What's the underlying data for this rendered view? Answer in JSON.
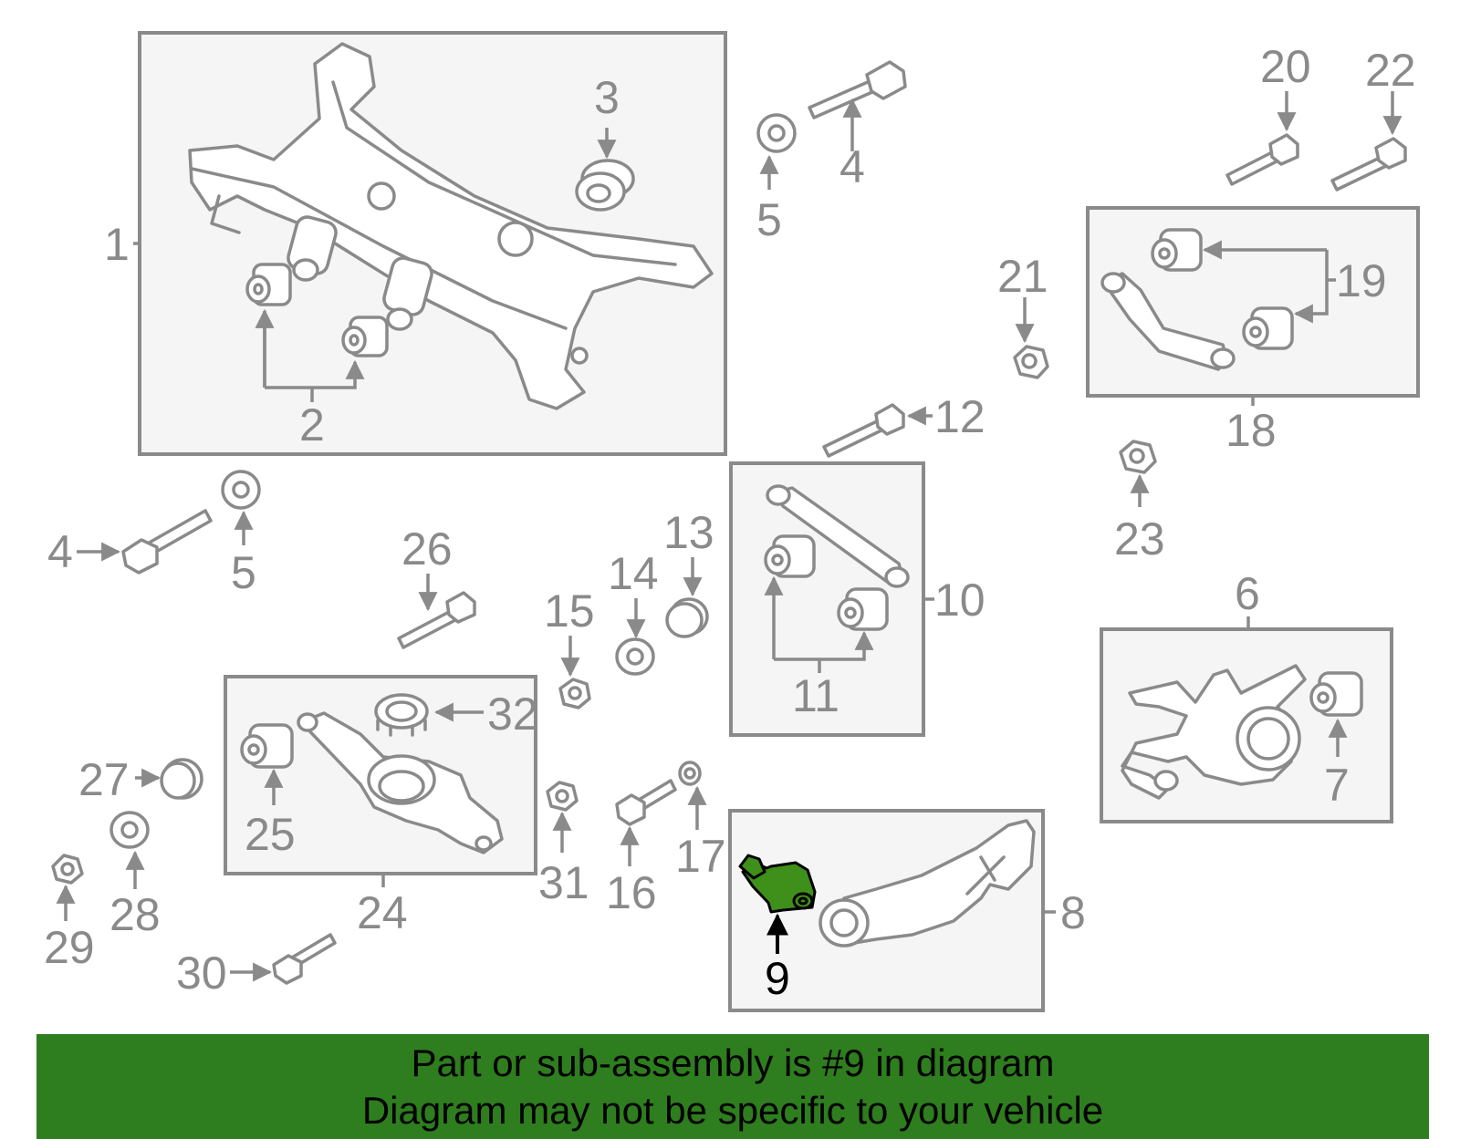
{
  "diagram": {
    "highlighted_part": "9",
    "callouts": {
      "c1": "1",
      "c2": "2",
      "c3": "3",
      "c4a": "4",
      "c4b": "4",
      "c5a": "5",
      "c5b": "5",
      "c6": "6",
      "c7": "7",
      "c8": "8",
      "c9": "9",
      "c10": "10",
      "c11": "11",
      "c12": "12",
      "c13": "13",
      "c14": "14",
      "c15": "15",
      "c16": "16",
      "c17": "17",
      "c18": "18",
      "c19": "19",
      "c20": "20",
      "c21": "21",
      "c22": "22",
      "c23": "23",
      "c24": "24",
      "c25": "25",
      "c26": "26",
      "c27": "27",
      "c28": "28",
      "c29": "29",
      "c30": "30",
      "c31": "31",
      "c32": "32"
    }
  },
  "banner": {
    "line1": "Part or sub-assembly is #9 in diagram",
    "line2": "Diagram may not be specific to your vehicle"
  },
  "colors": {
    "highlight": "#3f8f1b",
    "banner": "#2e7d1e",
    "linework": "#8a8a8a"
  }
}
